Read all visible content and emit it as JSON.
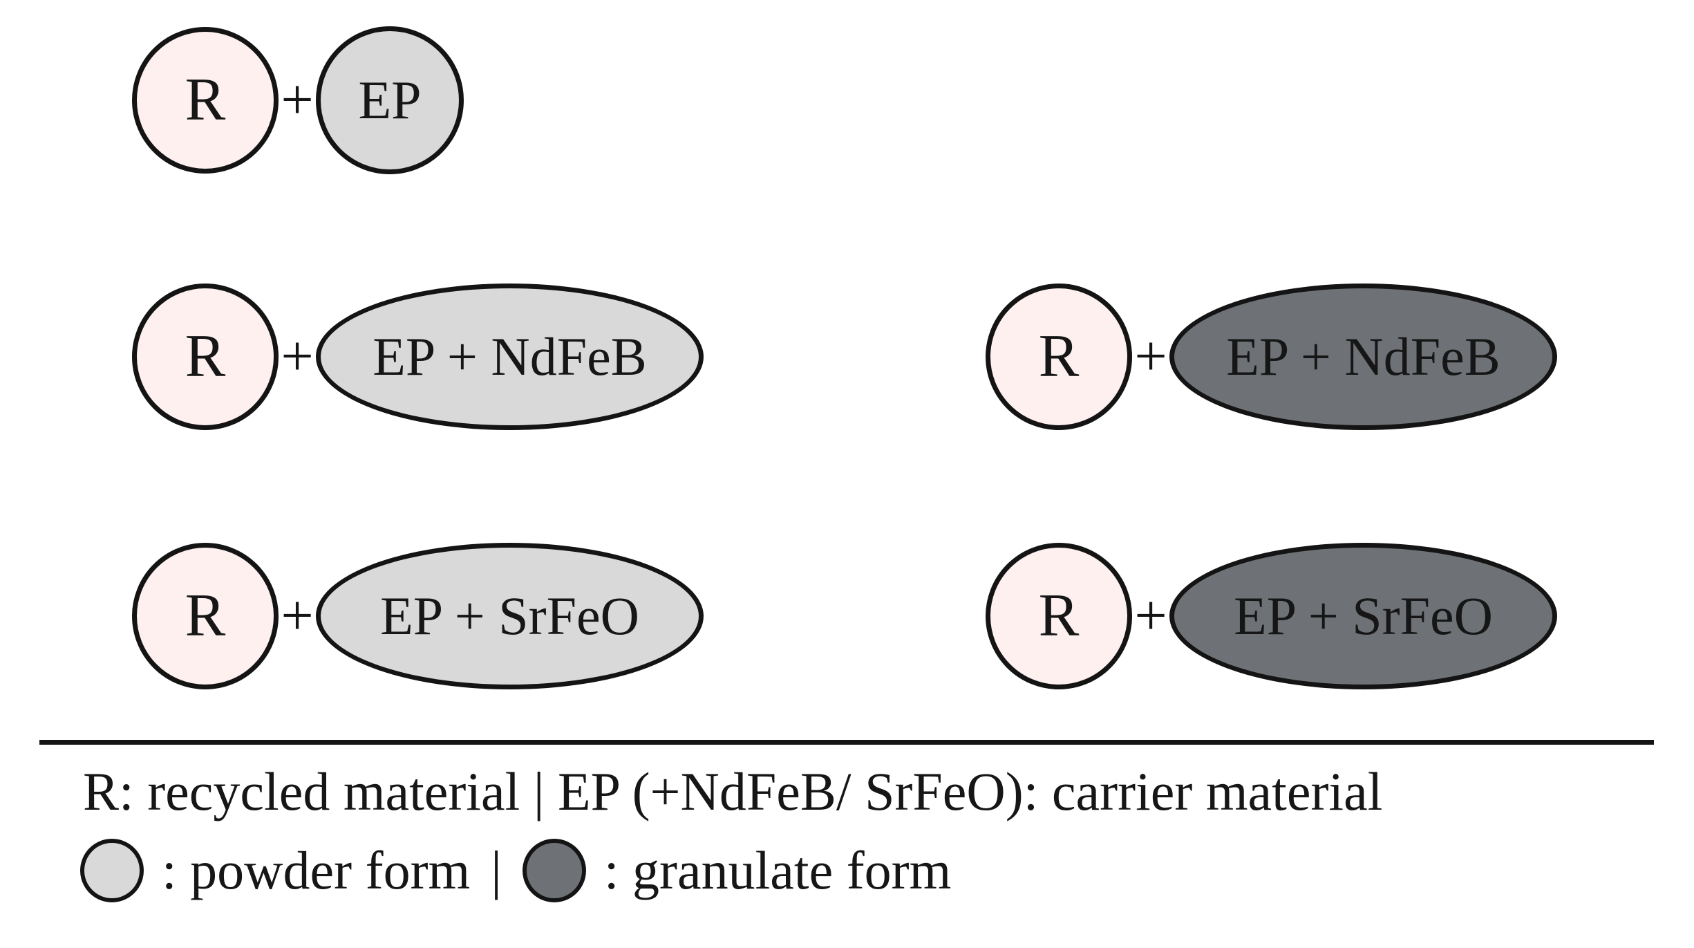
{
  "colors": {
    "recycled_fill": "#fdf0ee",
    "powder_fill": "#d9d9d9",
    "granulate_fill": "#6e7277",
    "stroke": "#141414",
    "text": "#161616"
  },
  "combos": [
    {
      "r": "R",
      "plus": "+",
      "carrier": "EP",
      "form": "powder"
    },
    {
      "r": "R",
      "plus": "+",
      "carrier": "EP + NdFeB",
      "form": "powder"
    },
    {
      "r": "R",
      "plus": "+",
      "carrier": "EP + NdFeB",
      "form": "granulate"
    },
    {
      "r": "R",
      "plus": "+",
      "carrier": "EP + SrFeO",
      "form": "powder"
    },
    {
      "r": "R",
      "plus": "+",
      "carrier": "EP + SrFeO",
      "form": "granulate"
    }
  ],
  "legend": {
    "line1": "R: recycled material | EP (+NdFeB/ SrFeO): carrier material",
    "powder_label": ": powder form",
    "separator": "|",
    "granulate_label": ": granulate form"
  }
}
